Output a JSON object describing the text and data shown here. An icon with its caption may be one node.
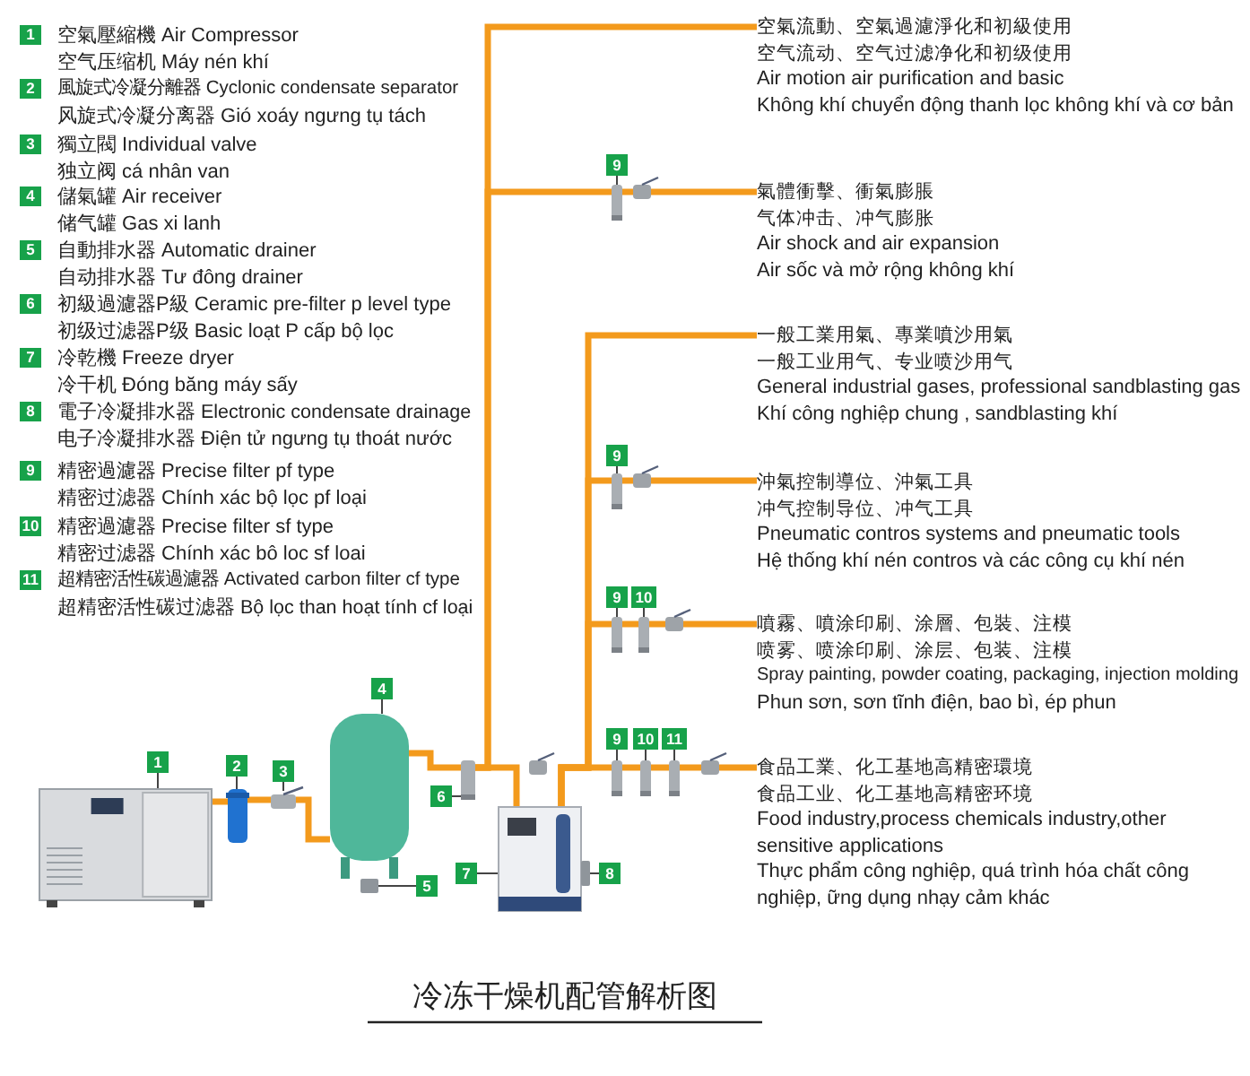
{
  "diagram": {
    "title": "冷冻干燥机配管解析图",
    "nodes": [
      {
        "text": [
          "空氣流動、空氣過濾淨化和初級使用",
          "空气流动、空气过滤净化和初级使用",
          "Air motion air purification and basic",
          "Không khí chuyển động thanh lọc không khí và cơ bản"
        ]
      },
      {
        "text": [
          "9"
        ]
      },
      {
        "text": [],
        "shape": "picture"
      },
      {
        "text": [
          "氣體衝擊、衝氣膨脹",
          "气体冲击、冲气膨胀",
          "Air shock and air expansion",
          "Air sốc và mở rộng không khí"
        ]
      },
      {
        "text": [
          "一般工業用氣、專業噴沙用氣",
          "一般工业用气、专业喷沙用气",
          "General industrial gases, professional sandblasting gas",
          "Khí công nghiệp chung , sandblasting khí"
        ]
      },
      {
        "text": [
          "9"
        ]
      },
      {
        "text": [],
        "shape": "picture"
      },
      {
        "text": [
          "沖氣控制導位、沖氣工具",
          "冲气控制导位、冲气工具",
          "Pneumatic contros systems and pneumatic tools",
          "Hệ thống khí nén contros và các công cụ khí nén"
        ]
      },
      {
        "text": [
          "9"
        ]
      },
      {
        "text": [
          "10"
        ]
      },
      {
        "text": [],
        "shape": "picture"
      },
      {
        "text": [],
        "shape": "picture"
      },
      {
        "text": [
          "噴霧、噴涂印刷、涂層、包裝、注模",
          "喷雾、喷涂印刷、涂层、包装、注模",
          "Spray painting, powder coating, packaging, injection molding",
          "Phun sơn, sơn tĩnh điện, bao bì, ép phun"
        ]
      },
      {
        "text": [
          "4"
        ]
      },
      {
        "text": [],
        "shape": "cylinder"
      },
      {
        "text": [
          "9"
        ]
      },
      {
        "text": [
          "10"
        ]
      },
      {
        "text": [
          "11"
        ]
      },
      {
        "text": [],
        "shape": "picture"
      },
      {
        "text": [],
        "shape": "picture"
      },
      {
        "text": [],
        "shape": "picture"
      },
      {
        "text": [
          "食品工業、化工基地高精密環境",
          "食品工业、化工基地高精密环境",
          "Food industry,process chemicals industry,other sensitive applications",
          "Thực phẩm công nghiệp, quá trình hóa chất công nghiệp, ững dụng nhạy cảm khác"
        ]
      },
      {
        "text": [
          "1"
        ]
      },
      {
        "text": [
          "2"
        ]
      },
      {
        "text": [
          "3"
        ]
      },
      {
        "text": [],
        "shape": "picture"
      },
      {
        "text": [],
        "shape": "picture"
      },
      {
        "text": [],
        "shape": "box"
      },
      {
        "text": [],
        "shape": "picture"
      },
      {
        "text": [
          "6"
        ]
      },
      {
        "text": [],
        "shape": "picture"
      },
      {
        "text": [
          "7"
        ]
      },
      {
        "text": [
          "8"
        ]
      },
      {
        "text": [],
        "shape": "picture"
      },
      {
        "text": [],
        "shape": "picture"
      },
      {
        "text": [
          "5"
        ]
      },
      {
        "text": [
          "1"
        ],
        "beside": [
          "空氣壓縮機 Air Compressor",
          "空气压缩机 Máy nén khí"
        ]
      },
      {
        "text": [
          "2"
        ],
        "beside": [
          "風旋式冷凝分離器 Cyclonic condensate separator",
          "风旋式冷凝分离器 Gió xoáy ngưng tụ tách"
        ]
      },
      {
        "text": [
          "3"
        ],
        "beside": [
          "獨立閥 Individual valve",
          "独立阀 cá nhân van"
        ]
      },
      {
        "text": [
          "4"
        ],
        "beside": [
          "儲氣罐 Air receiver",
          "储气罐 Gas xi lanh"
        ]
      },
      {
        "text": [
          "5"
        ],
        "beside": [
          "自動排水器 Automatic drainer",
          "自动排水器 Tư đông drainer"
        ]
      },
      {
        "text": [
          "6"
        ],
        "beside": [
          "初級過濾器P級 Ceramic pre-filter p level type",
          "初级过滤器P级 Basic loạt P cấp bộ lọc"
        ]
      },
      {
        "text": [
          "7"
        ],
        "beside": [
          "冷乾機 Freeze dryer",
          "冷干机 Đóng băng máy sấy"
        ]
      },
      {
        "text": [
          "8"
        ],
        "beside": [
          "電子冷凝排水器 Electronic condensate drainage",
          "电子冷凝排水器 Điện tử ngưng tụ thoát nước"
        ]
      },
      {
        "text": [
          "9"
        ],
        "beside": [
          "精密過濾器 Precise filter pf type",
          "精密过滤器 Chính xác bộ lọc pf loại"
        ]
      },
      {
        "text": [
          "10"
        ],
        "beside": [
          "精密過濾器 Precise filter sf type",
          "精密过滤器 Chính xác bô loc sf loai"
        ]
      },
      {
        "text": [
          "11"
        ],
        "beside": [
          "超精密活性碳過濾器 Activated carbon filter cf type",
          "超精密活性碳过滤器 Bộ lọc than hoạt tính cf loại"
        ]
      }
    ],
    "edges": [
      {
        "from": 25,
        "to": 26,
        "arrow": "none"
      },
      {
        "from": 26,
        "to": 27,
        "arrow": "none"
      },
      {
        "from": 27,
        "to": 14,
        "arrow": "none"
      },
      {
        "from": 14,
        "to": 28,
        "arrow": "none"
      },
      {
        "from": 28,
        "to": 30,
        "arrow": "none"
      },
      {
        "from": 28,
        "to": 0,
        "arrow": "none"
      },
      {
        "from": 28,
        "to": 2,
        "arrow": "none"
      },
      {
        "from": 2,
        "to": 3,
        "arrow": "none"
      },
      {
        "from": 30,
        "to": 4,
        "arrow": "none"
      },
      {
        "from": 30,
        "to": 6,
        "arrow": "none"
      },
      {
        "from": 6,
        "to": 7,
        "arrow": "none"
      },
      {
        "from": 30,
        "to": 10,
        "arrow": "none"
      },
      {
        "from": 10,
        "to": 11,
        "arrow": "none"
      },
      {
        "from": 11,
        "to": 12,
        "arrow": "none"
      },
      {
        "from": 30,
        "to": 18,
        "arrow": "none"
      },
      {
        "from": 18,
        "to": 19,
        "arrow": "none"
      },
      {
        "from": 19,
        "to": 20,
        "arrow": "none"
      },
      {
        "from": 20,
        "to": 21,
        "arrow": "none"
      },
      {
        "from": 22,
        "to": 25,
        "arrow": "none",
        "color": "#444444"
      },
      {
        "from": 23,
        "to": 26,
        "arrow": "none",
        "color": "#444444"
      },
      {
        "from": 24,
        "to": 27,
        "arrow": "none",
        "color": "#444444"
      },
      {
        "from": 13,
        "to": 14,
        "arrow": "none",
        "color": "#444444"
      },
      {
        "from": 35,
        "to": 34,
        "arrow": "none",
        "color": "#444444"
      },
      {
        "from": 29,
        "to": 28,
        "arrow": "none",
        "color": "#444444"
      },
      {
        "from": 31,
        "to": 30,
        "arrow": "none",
        "color": "#444444"
      },
      {
        "from": 32,
        "to": 33,
        "arrow": "none",
        "color": "#444444"
      },
      {
        "from": 1,
        "to": 2,
        "arrow": "none",
        "color": "#444444"
      },
      {
        "from": 5,
        "to": 6,
        "arrow": "none",
        "color": "#444444"
      },
      {
        "from": 8,
        "to": 10,
        "arrow": "none",
        "color": "#444444"
      },
      {
        "from": 9,
        "to": 11,
        "arrow": "none",
        "color": "#444444"
      },
      {
        "from": 15,
        "to": 18,
        "arrow": "none",
        "color": "#444444"
      },
      {
        "from": 16,
        "to": 19,
        "arrow": "none",
        "color": "#444444"
      },
      {
        "from": 17,
        "to": 20,
        "arrow": "none",
        "color": "#444444"
      }
    ]
  }
}
